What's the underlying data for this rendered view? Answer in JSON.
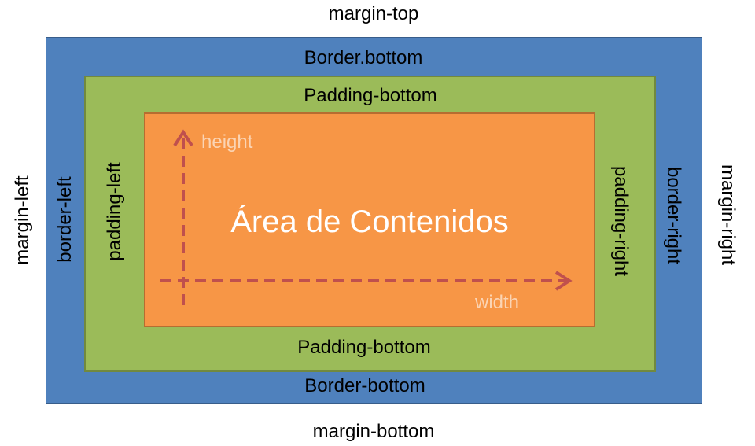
{
  "margin": {
    "top": "margin-top",
    "bottom": "margin-bottom",
    "left": "margin-left",
    "right": "margin-right"
  },
  "border": {
    "top": "Border.bottom",
    "bottom": "Border-bottom",
    "left": "border-left",
    "right": "border-right"
  },
  "padding": {
    "top": "Padding-bottom",
    "bottom": "Padding-bottom",
    "left": "padding-left",
    "right": "padding-right"
  },
  "content": {
    "title": "Área de Contenidos",
    "height_label": "height",
    "width_label": "width"
  },
  "colors": {
    "border_fill": "#4f81bd",
    "padding_fill": "#9bbb59",
    "content_fill": "#f79646",
    "arrow": "#c0504d"
  }
}
